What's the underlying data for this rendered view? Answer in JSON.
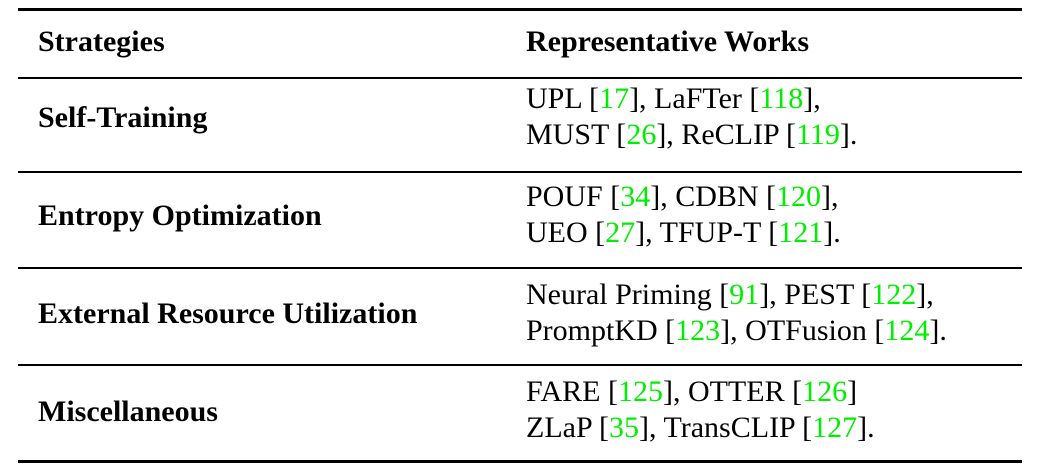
{
  "header": {
    "col1": "Strategies",
    "col2": "Representative Works"
  },
  "rows": [
    {
      "strategy": "Self-Training",
      "lines": [
        [
          {
            "t": "UPL ["
          },
          {
            "t": "17",
            "cite": true
          },
          {
            "t": "], LaFTer ["
          },
          {
            "t": "118",
            "cite": true
          },
          {
            "t": "],"
          }
        ],
        [
          {
            "t": "MUST ["
          },
          {
            "t": "26",
            "cite": true
          },
          {
            "t": "], ReCLIP ["
          },
          {
            "t": "119",
            "cite": true
          },
          {
            "t": "]."
          }
        ]
      ]
    },
    {
      "strategy": "Entropy Optimization",
      "lines": [
        [
          {
            "t": "POUF ["
          },
          {
            "t": "34",
            "cite": true
          },
          {
            "t": "], CDBN ["
          },
          {
            "t": "120",
            "cite": true
          },
          {
            "t": "],"
          }
        ],
        [
          {
            "t": "UEO ["
          },
          {
            "t": "27",
            "cite": true
          },
          {
            "t": "], TFUP-T ["
          },
          {
            "t": "121",
            "cite": true
          },
          {
            "t": "]."
          }
        ]
      ]
    },
    {
      "strategy": "External Resource Utilization",
      "lines": [
        [
          {
            "t": "Neural Priming ["
          },
          {
            "t": "91",
            "cite": true
          },
          {
            "t": "], PEST ["
          },
          {
            "t": "122",
            "cite": true
          },
          {
            "t": "],"
          }
        ],
        [
          {
            "t": "PromptKD ["
          },
          {
            "t": "123",
            "cite": true
          },
          {
            "t": "], OTFusion ["
          },
          {
            "t": "124",
            "cite": true
          },
          {
            "t": "]."
          }
        ]
      ]
    },
    {
      "strategy": "Miscellaneous",
      "lines": [
        [
          {
            "t": "FARE ["
          },
          {
            "t": "125",
            "cite": true
          },
          {
            "t": "], OTTER ["
          },
          {
            "t": "126",
            "cite": true
          },
          {
            "t": "]"
          }
        ],
        [
          {
            "t": "ZLaP ["
          },
          {
            "t": "35",
            "cite": true
          },
          {
            "t": "], TransCLIP ["
          },
          {
            "t": "127",
            "cite": true
          },
          {
            "t": "]."
          }
        ]
      ]
    }
  ],
  "colors": {
    "text": "#000000",
    "citation": "#00ee00",
    "rule": "#000000"
  }
}
